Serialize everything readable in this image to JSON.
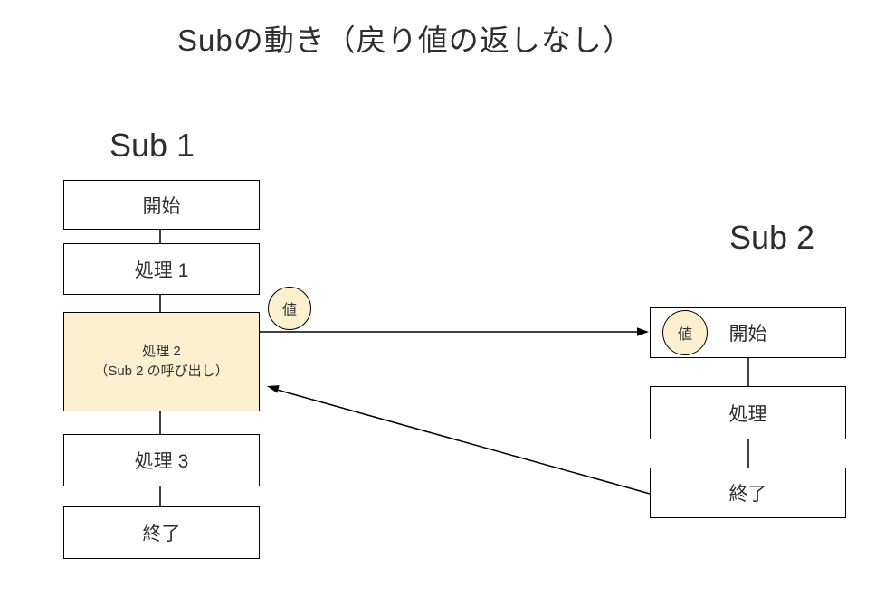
{
  "slide": {
    "title": "Subの動き（戻り値の返しなし）"
  },
  "colors": {
    "background": "#ffffff",
    "line": "#000000",
    "text": "#2e2e2e",
    "highlight_fill": "#fcf0d0"
  },
  "sub1": {
    "heading": "Sub 1",
    "nodes": [
      {
        "id": "start",
        "label": "開始"
      },
      {
        "id": "process1",
        "label": "処理 1"
      },
      {
        "id": "process2-call",
        "line1": "処理 2",
        "line2": "（Sub 2 の呼び出し）",
        "highlighted": true
      },
      {
        "id": "process3",
        "label": "処理 3"
      },
      {
        "id": "end",
        "label": "終了"
      }
    ]
  },
  "sub2": {
    "heading": "Sub 2",
    "nodes": [
      {
        "id": "start",
        "label": "開始"
      },
      {
        "id": "process",
        "label": "処理"
      },
      {
        "id": "end",
        "label": "終了"
      }
    ]
  },
  "badges": {
    "call_value": "値",
    "sub2_value": "値"
  },
  "arrows": {
    "call": "Sub1 処理2 → Sub2 開始",
    "return": "Sub2 終了 → Sub1 処理2"
  }
}
